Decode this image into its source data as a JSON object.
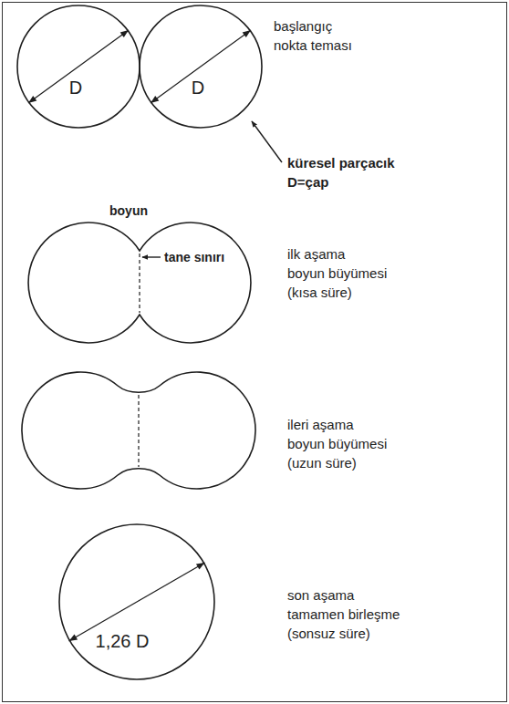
{
  "diagram": {
    "nodes": [
      {
        "text": [
          "D"
        ]
      },
      {
        "text": [
          "D"
        ]
      },
      {
        "text": [
          "1,26 D"
        ]
      }
    ],
    "labels": [
      "başlangıç nokta teması",
      "küresel parçacık D=çap",
      "boyun",
      "tane sınırı",
      "ilk aşama boyun büyümesi (kısa süre)",
      "ileri aşama boyun büyümesi (uzun süre)",
      "son aşama tamamen birleşme (sonsuz süre)"
    ]
  }
}
